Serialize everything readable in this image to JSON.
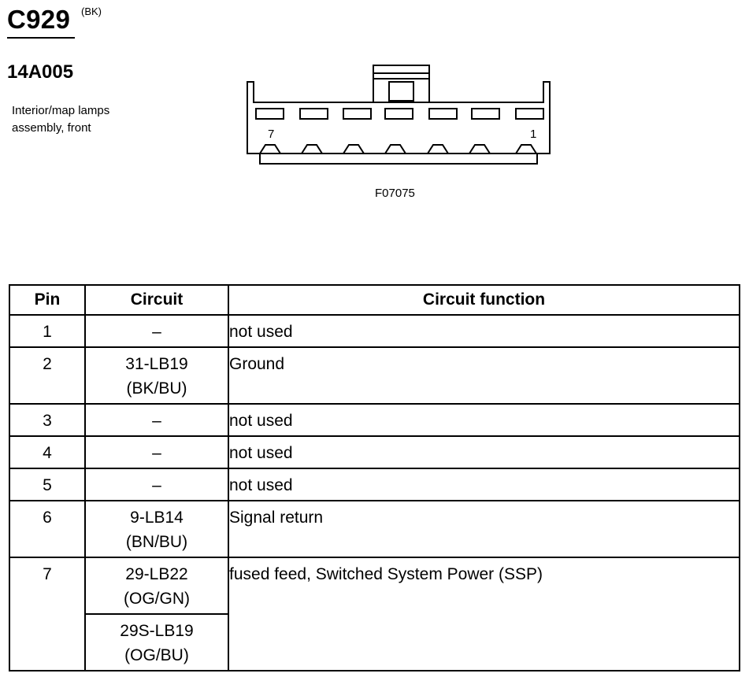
{
  "connector": {
    "id": "C929",
    "color": "(BK)",
    "part_number": "14A005",
    "description_lines": [
      "Interior/map lamps",
      "assembly, front"
    ],
    "pin_label_left": "7",
    "pin_label_right": "1",
    "figure_ref": "F07075"
  },
  "table": {
    "headers": {
      "pin": "Pin",
      "circuit": "Circuit",
      "function": "Circuit function"
    },
    "rows": [
      {
        "pin": "1",
        "circuits": [
          {
            "line1": "–",
            "line2": ""
          }
        ],
        "function": "not used"
      },
      {
        "pin": "2",
        "circuits": [
          {
            "line1": "31-LB19",
            "line2": "(BK/BU)"
          }
        ],
        "function": "Ground"
      },
      {
        "pin": "3",
        "circuits": [
          {
            "line1": "–",
            "line2": ""
          }
        ],
        "function": "not used"
      },
      {
        "pin": "4",
        "circuits": [
          {
            "line1": "–",
            "line2": ""
          }
        ],
        "function": "not used"
      },
      {
        "pin": "5",
        "circuits": [
          {
            "line1": "–",
            "line2": ""
          }
        ],
        "function": "not used"
      },
      {
        "pin": "6",
        "circuits": [
          {
            "line1": "9-LB14",
            "line2": "(BN/BU)"
          }
        ],
        "function": "Signal return"
      },
      {
        "pin": "7",
        "circuits": [
          {
            "line1": "29-LB22",
            "line2": "(OG/GN)"
          },
          {
            "line1": "29S-LB19",
            "line2": "(OG/BU)"
          }
        ],
        "function": "fused feed, Switched System Power (SSP)"
      }
    ]
  }
}
